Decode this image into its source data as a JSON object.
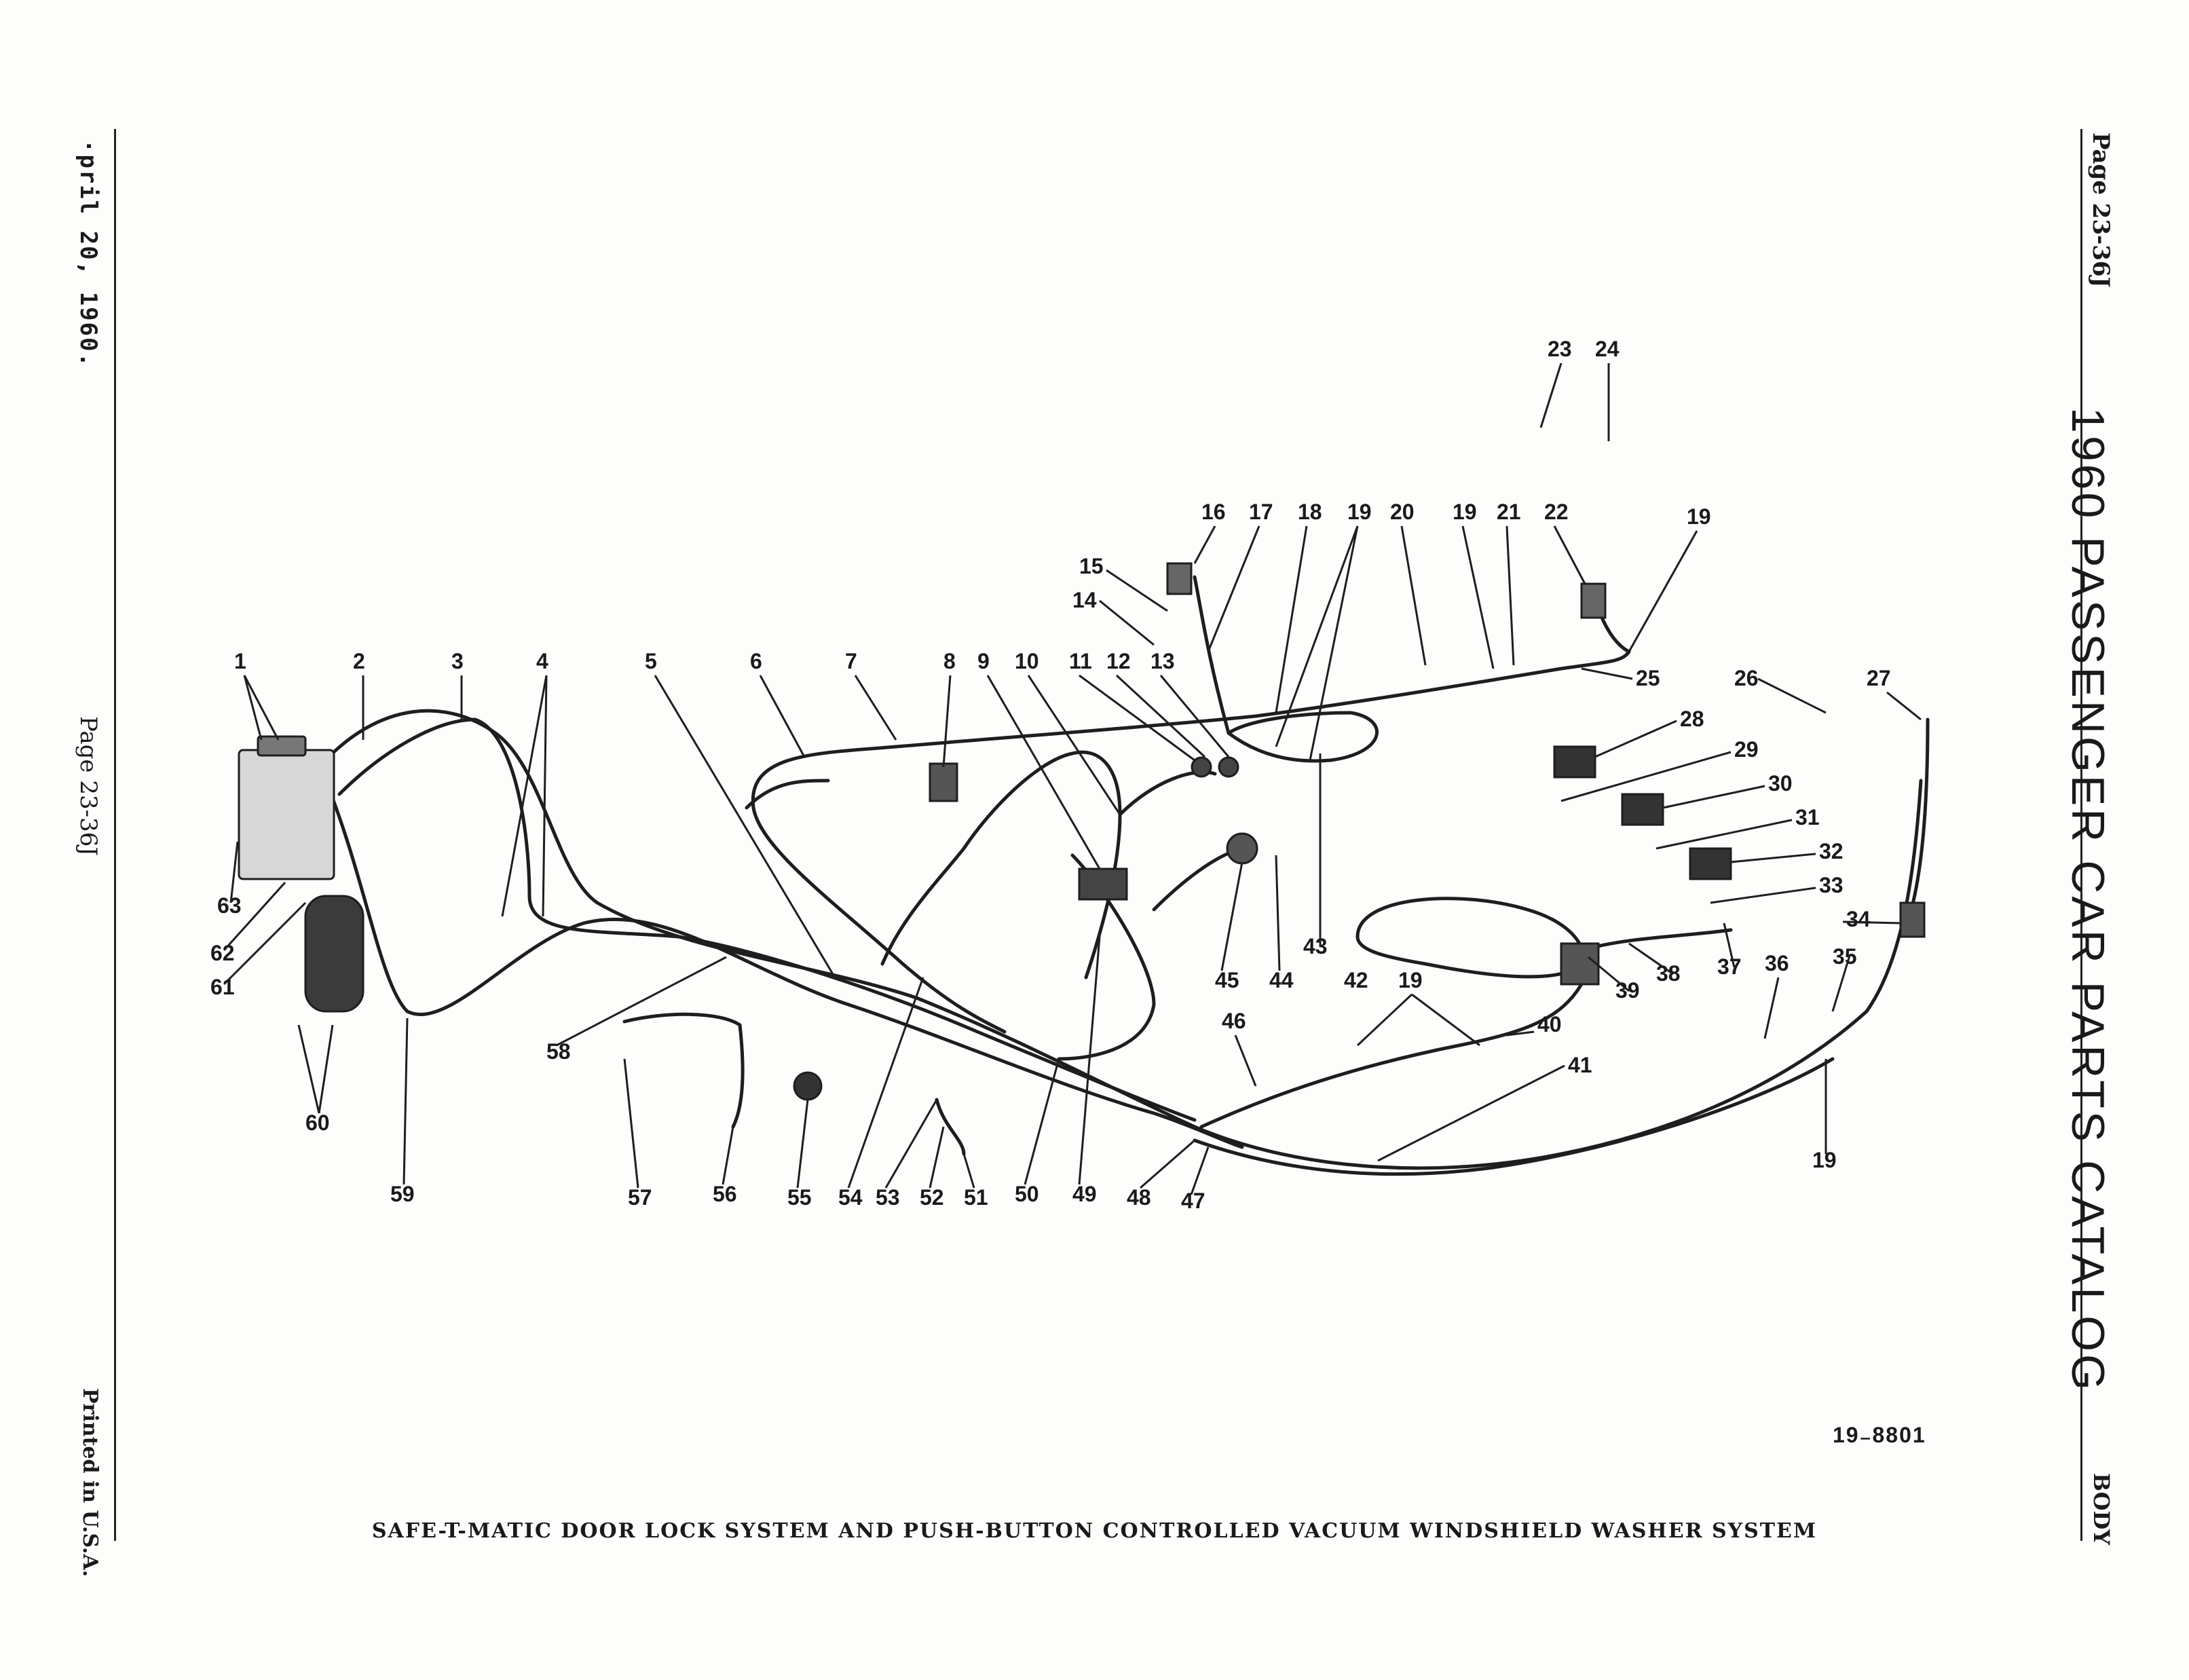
{
  "header": {
    "left_date": "·pril 20, 1960.",
    "left_page": "Page 23-36J",
    "left_printed": "Printed in U.S.A.",
    "right_page": "Page 23-36J",
    "right_catalog": "1960 PASSENGER CAR PARTS CATALOG",
    "right_section": "BODY"
  },
  "figure": {
    "number": "19₋8801",
    "caption": "SAFE-T-MATIC DOOR LOCK SYSTEM AND PUSH-BUTTON CONTROLLED VACUUM WINDSHIELD WASHER SYSTEM"
  },
  "callouts": [
    "1",
    "2",
    "3",
    "4",
    "5",
    "6",
    "7",
    "8",
    "9",
    "10",
    "11",
    "12",
    "13",
    "14",
    "15",
    "16",
    "17",
    "18",
    "19",
    "20",
    "19",
    "21",
    "22",
    "19",
    "23",
    "24",
    "25",
    "26",
    "27",
    "28",
    "29",
    "30",
    "31",
    "32",
    "33",
    "34",
    "35",
    "36",
    "37",
    "38",
    "39",
    "40",
    "41",
    "42",
    "19",
    "43",
    "44",
    "45",
    "46",
    "47",
    "48",
    "49",
    "50",
    "51",
    "52",
    "53",
    "54",
    "55",
    "56",
    "57",
    "58",
    "59",
    "60",
    "61",
    "62",
    "63",
    "19"
  ]
}
